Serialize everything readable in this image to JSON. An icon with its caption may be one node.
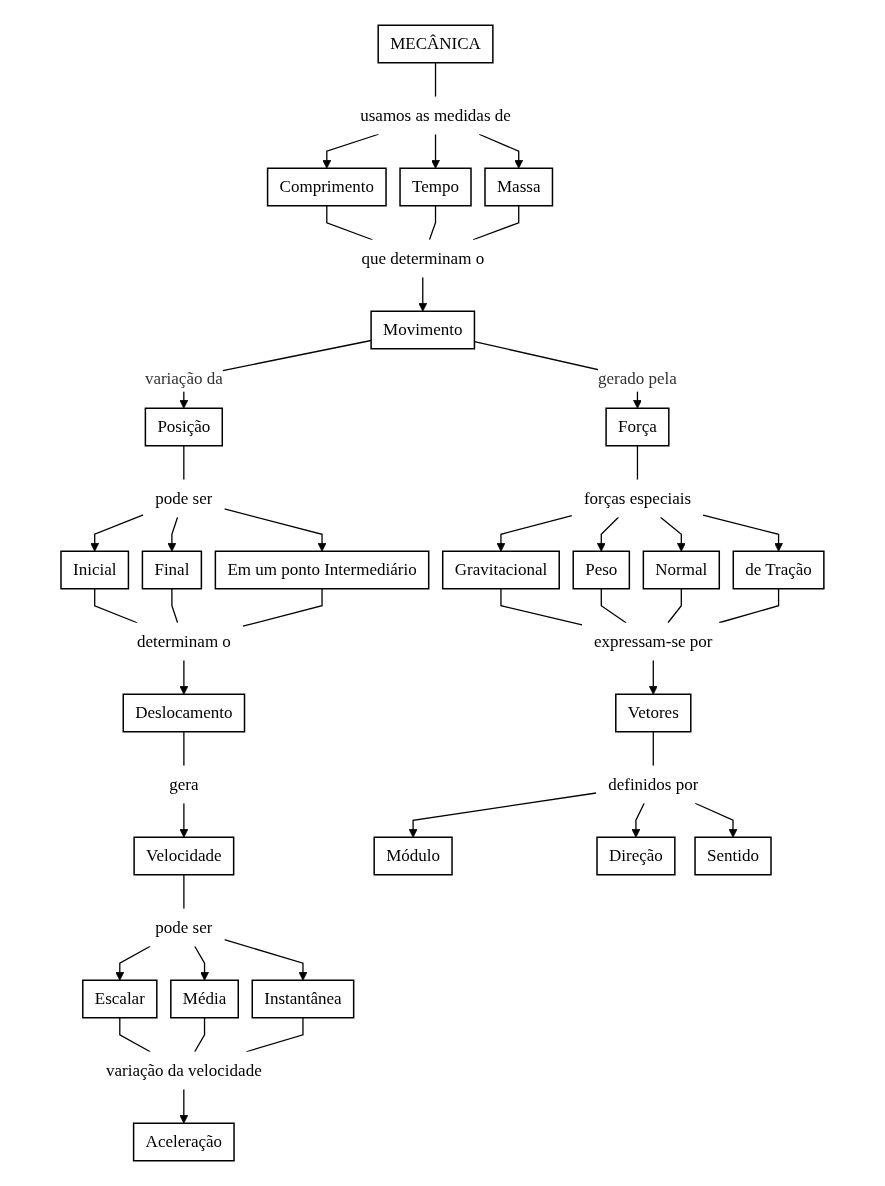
{
  "diagram": {
    "nodes": [
      {
        "text": [
          "MECÂNICA"
        ]
      },
      {
        "text": [
          "usamos as medidas de"
        ]
      },
      {
        "text": [
          "Comprimento"
        ]
      },
      {
        "text": [
          "Tempo"
        ]
      },
      {
        "text": [
          "Massa"
        ]
      },
      {
        "text": [
          "que determinam o"
        ]
      },
      {
        "text": [
          "Posição"
        ]
      },
      {
        "text": [
          "Movimento"
        ]
      },
      {
        "text": [
          "Força"
        ]
      },
      {
        "text": [
          "pode ser"
        ]
      },
      {
        "text": [
          "Inicial"
        ]
      },
      {
        "text": [
          "Final"
        ]
      },
      {
        "text": [
          "Em um ponto Intermediário"
        ]
      },
      {
        "text": [
          "determinam o"
        ]
      },
      {
        "text": [
          "Deslocamento"
        ]
      },
      {
        "text": [
          "gera"
        ]
      },
      {
        "text": [
          "Velocidade"
        ]
      },
      {
        "text": [
          "pode ser"
        ]
      },
      {
        "text": [
          "Escalar"
        ]
      },
      {
        "text": [
          "Média"
        ]
      },
      {
        "text": [
          "Instantânea"
        ]
      },
      {
        "text": [
          "variação da velocidade"
        ]
      },
      {
        "text": [
          "Aceleração"
        ]
      },
      {
        "text": [
          "forças especiais"
        ]
      },
      {
        "text": [
          "Gravitacional"
        ]
      },
      {
        "text": [
          "Peso"
        ]
      },
      {
        "text": [
          "Normal"
        ]
      },
      {
        "text": [
          "de Tração"
        ]
      },
      {
        "text": [
          "expressam-se por"
        ]
      },
      {
        "text": [
          "Vetores"
        ]
      },
      {
        "text": [
          "definidos por"
        ]
      },
      {
        "text": [
          "Módulo"
        ]
      },
      {
        "text": [
          "Direção"
        ]
      },
      {
        "text": [
          "Sentido"
        ]
      }
    ],
    "edges": [
      {
        "from": 0,
        "to": 1,
        "arrow": "none"
      },
      {
        "from": 1,
        "to": 2,
        "arrow": "to"
      },
      {
        "from": 1,
        "to": 3,
        "arrow": "to"
      },
      {
        "from": 1,
        "to": 4,
        "arrow": "to"
      },
      {
        "from": 2,
        "to": 5,
        "arrow": "none"
      },
      {
        "from": 3,
        "to": 5,
        "arrow": "none"
      },
      {
        "from": 4,
        "to": 5,
        "arrow": "none"
      },
      {
        "from": 5,
        "to": 7,
        "arrow": "to"
      },
      {
        "from": 7,
        "to": 6,
        "arrow": "to",
        "label": "variação da"
      },
      {
        "from": 7,
        "to": 8,
        "arrow": "to",
        "label": "gerado pela"
      },
      {
        "from": 6,
        "to": 9,
        "arrow": "none"
      },
      {
        "from": 9,
        "to": 10,
        "arrow": "to"
      },
      {
        "from": 9,
        "to": 11,
        "arrow": "to"
      },
      {
        "from": 9,
        "to": 12,
        "arrow": "to"
      },
      {
        "from": 10,
        "to": 13,
        "arrow": "none"
      },
      {
        "from": 11,
        "to": 13,
        "arrow": "none"
      },
      {
        "from": 12,
        "to": 13,
        "arrow": "none"
      },
      {
        "from": 13,
        "to": 14,
        "arrow": "to"
      },
      {
        "from": 14,
        "to": 15,
        "arrow": "none"
      },
      {
        "from": 15,
        "to": 16,
        "arrow": "to"
      },
      {
        "from": 16,
        "to": 17,
        "arrow": "none"
      },
      {
        "from": 17,
        "to": 18,
        "arrow": "to"
      },
      {
        "from": 17,
        "to": 19,
        "arrow": "to"
      },
      {
        "from": 17,
        "to": 20,
        "arrow": "to"
      },
      {
        "from": 18,
        "to": 21,
        "arrow": "none"
      },
      {
        "from": 19,
        "to": 21,
        "arrow": "none"
      },
      {
        "from": 20,
        "to": 21,
        "arrow": "none"
      },
      {
        "from": 21,
        "to": 22,
        "arrow": "to"
      },
      {
        "from": 8,
        "to": 23,
        "arrow": "none"
      },
      {
        "from": 23,
        "to": 24,
        "arrow": "to"
      },
      {
        "from": 23,
        "to": 25,
        "arrow": "to"
      },
      {
        "from": 23,
        "to": 26,
        "arrow": "to"
      },
      {
        "from": 23,
        "to": 27,
        "arrow": "to"
      },
      {
        "from": 24,
        "to": 28,
        "arrow": "none"
      },
      {
        "from": 25,
        "to": 28,
        "arrow": "none"
      },
      {
        "from": 26,
        "to": 28,
        "arrow": "none"
      },
      {
        "from": 27,
        "to": 28,
        "arrow": "none"
      },
      {
        "from": 28,
        "to": 29,
        "arrow": "to"
      },
      {
        "from": 29,
        "to": 30,
        "arrow": "none"
      },
      {
        "from": 30,
        "to": 31,
        "arrow": "to"
      },
      {
        "from": 30,
        "to": 32,
        "arrow": "to"
      },
      {
        "from": 30,
        "to": 33,
        "arrow": "to"
      }
    ]
  }
}
